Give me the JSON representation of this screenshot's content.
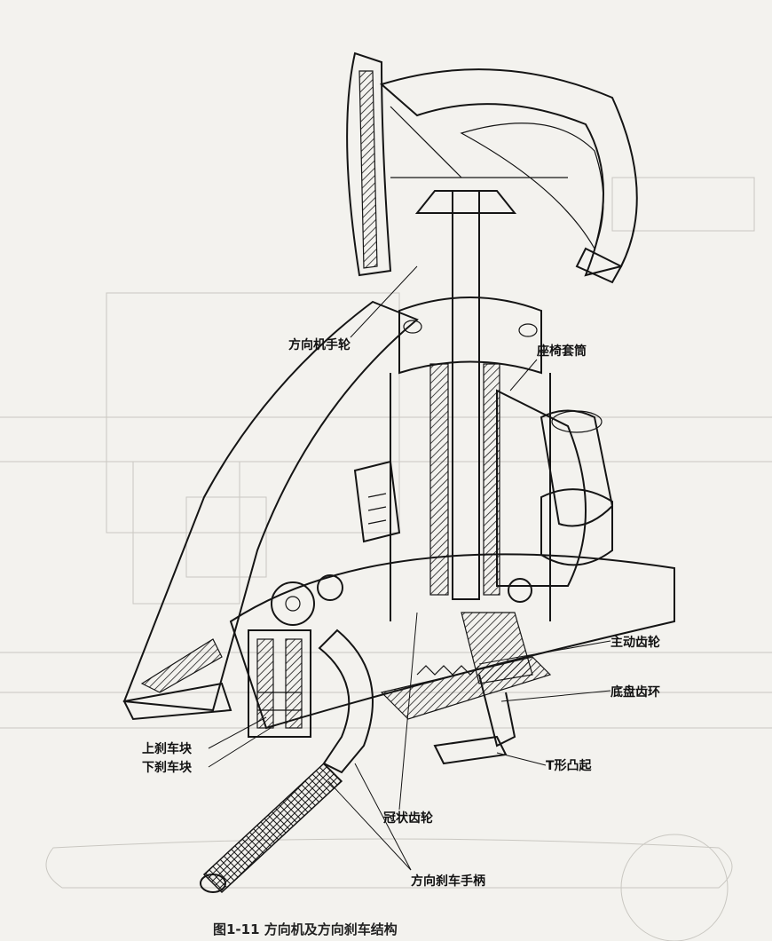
{
  "figure": {
    "callouts": {
      "handwheel": "方向机手轮",
      "seat_sleeve": "座椅套筒",
      "drive_gear": "主动齿轮",
      "base_ring_gear": "底盘齿环",
      "t_boss": "T形凸起",
      "crown_gear": "冠状齿轮",
      "upper_brake_block": "上刹车块",
      "lower_brake_block": "下刹车块",
      "brake_handle": "方向刹车手柄"
    },
    "caption": "图1-11  方向机及方向刹车结构"
  }
}
